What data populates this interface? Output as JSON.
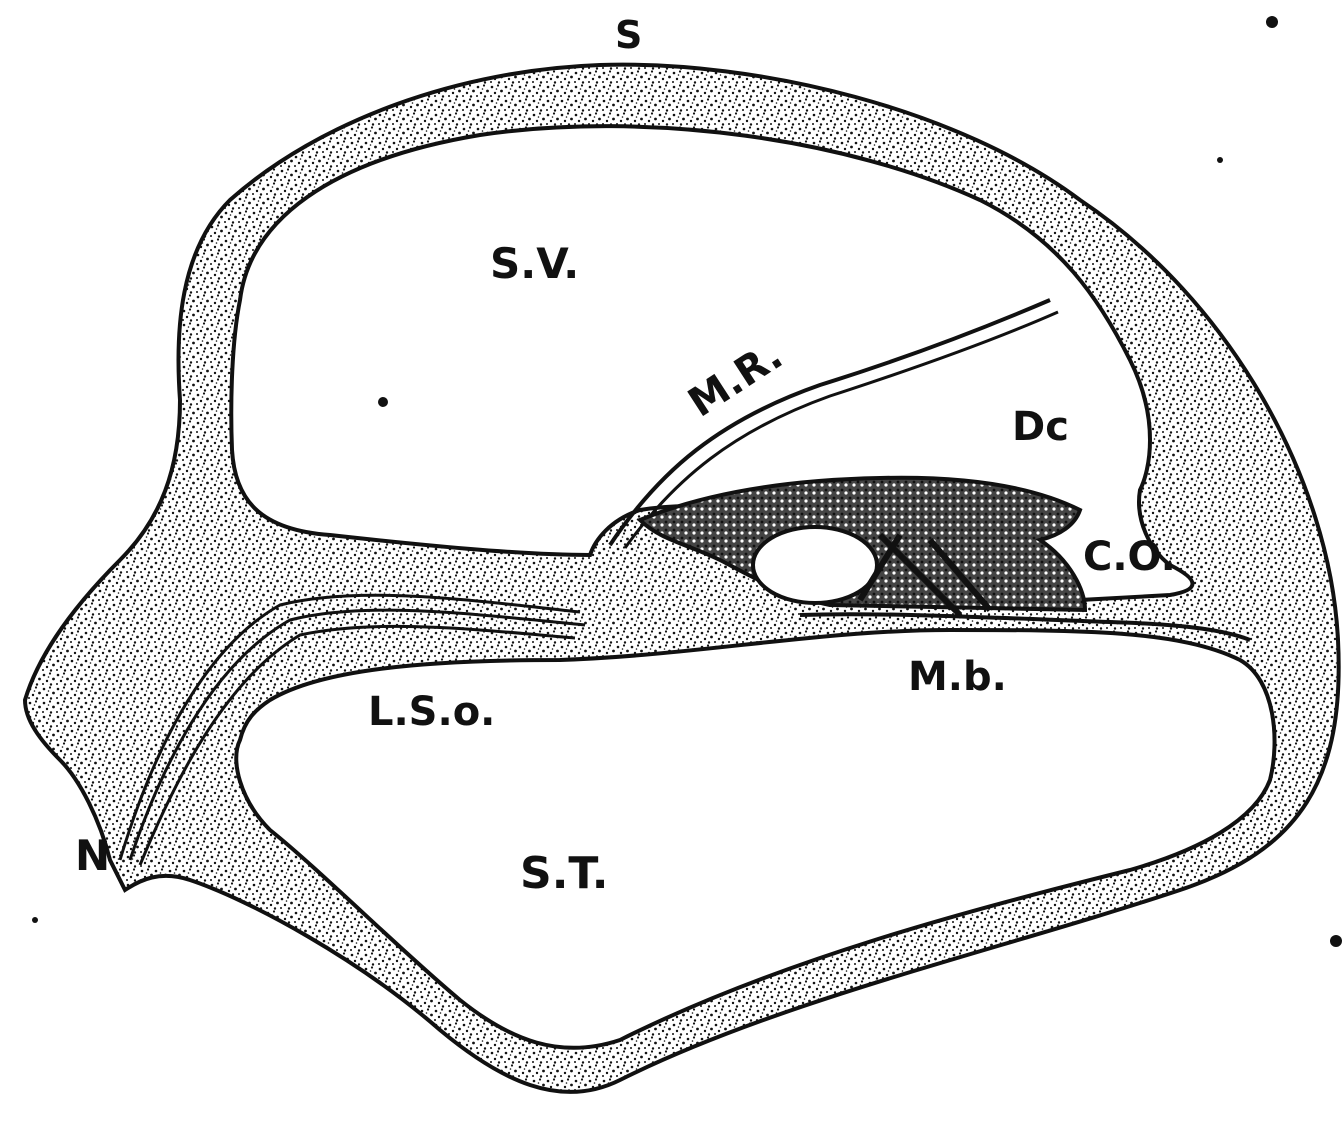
{
  "labels": {
    "top_mark": "S",
    "scala_vestibuli": "S.V.",
    "membrane_reissner": "M.R.",
    "duct": "Dc",
    "organ_corti": "C.O.",
    "membrana_basilaris": "M.b.",
    "lamina_spiralis": "L.S.o.",
    "scala_tympani": "S.T.",
    "nerve": "N"
  },
  "colors": {
    "ink": "#111111",
    "paper": "#ffffff"
  }
}
